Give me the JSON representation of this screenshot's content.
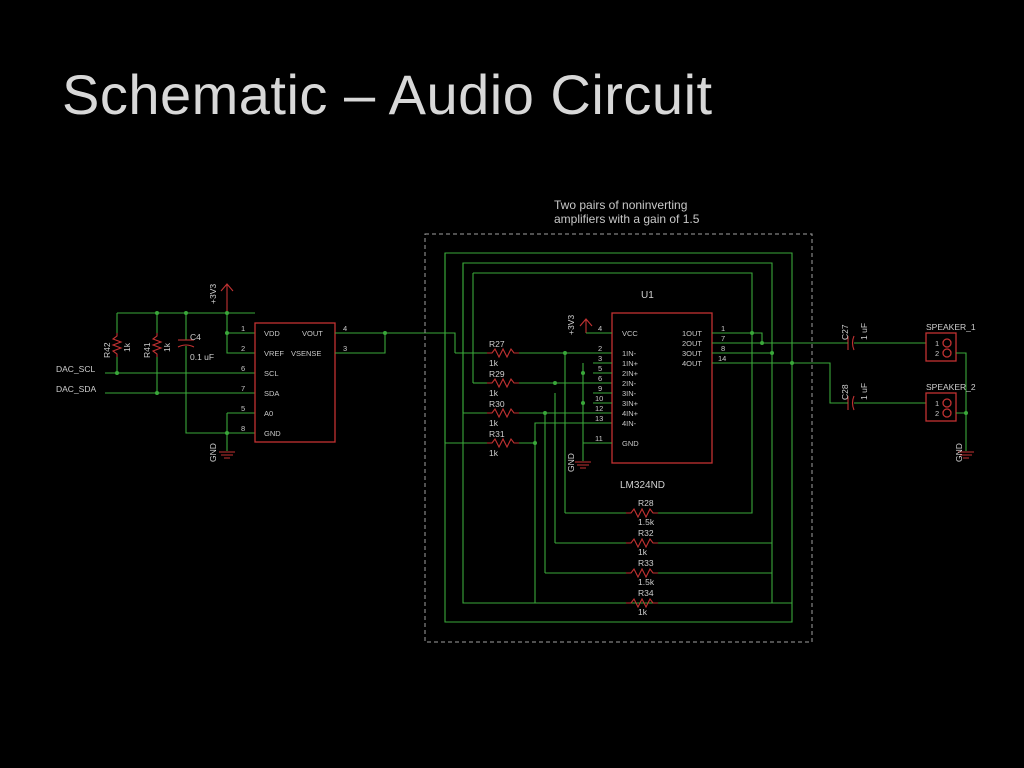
{
  "slide": {
    "title": "Schematic – Audio Circuit"
  },
  "annotation": {
    "line1": "Two pairs of noninverting",
    "line2": "amplifiers with a gain of 1.5"
  },
  "nets": {
    "dac_scl": "DAC_SCL",
    "dac_sda": "DAC_SDA"
  },
  "power": {
    "supply": "+3V3",
    "ground": "GND"
  },
  "dac": {
    "pins_left": [
      {
        "num": "1",
        "name": "VDD"
      },
      {
        "num": "2",
        "name": "VREF"
      },
      {
        "num": "6",
        "name": "SCL"
      },
      {
        "num": "7",
        "name": "SDA"
      },
      {
        "num": "5",
        "name": "A0"
      },
      {
        "num": "8",
        "name": "GND"
      }
    ],
    "pins_right": [
      {
        "num": "4",
        "name": "VOUT"
      },
      {
        "num": "3",
        "name": "VSENSE"
      }
    ]
  },
  "opamp": {
    "ref": "U1",
    "part": "LM324ND",
    "vcc": {
      "num": "4",
      "name": "VCC"
    },
    "gnd": {
      "num": "11",
      "name": "GND"
    },
    "inputs": [
      {
        "num": "2",
        "name": "1IN-"
      },
      {
        "num": "3",
        "name": "1IN+"
      },
      {
        "num": "5",
        "name": "2IN+"
      },
      {
        "num": "6",
        "name": "2IN-"
      },
      {
        "num": "9",
        "name": "3IN-"
      },
      {
        "num": "10",
        "name": "3IN+"
      },
      {
        "num": "12",
        "name": "4IN+"
      },
      {
        "num": "13",
        "name": "4IN-"
      }
    ],
    "outputs": [
      {
        "num": "1",
        "name": "1OUT"
      },
      {
        "num": "7",
        "name": "2OUT"
      },
      {
        "num": "8",
        "name": "3OUT"
      },
      {
        "num": "14",
        "name": "4OUT"
      }
    ]
  },
  "resistors": {
    "r42": {
      "ref": "R42",
      "value": "1k"
    },
    "r41": {
      "ref": "R41",
      "value": "1k"
    },
    "r27": {
      "ref": "R27",
      "value": "1k"
    },
    "r29": {
      "ref": "R29",
      "value": "1k"
    },
    "r30": {
      "ref": "R30",
      "value": "1k"
    },
    "r31": {
      "ref": "R31",
      "value": "1k"
    },
    "r28": {
      "ref": "R28",
      "value": "1.5k"
    },
    "r32": {
      "ref": "R32",
      "value": "1k"
    },
    "r33": {
      "ref": "R33",
      "value": "1.5k"
    },
    "r34": {
      "ref": "R34",
      "value": "1k"
    }
  },
  "capacitors": {
    "c4": {
      "ref": "C4",
      "value": "0.1 uF"
    },
    "c27": {
      "ref": "C27",
      "value": "1 uF"
    },
    "c28": {
      "ref": "C28",
      "value": "1 uF"
    }
  },
  "speakers": {
    "spk1": {
      "ref": "SPEAKER_1",
      "pin1": "1",
      "pin2": "2"
    },
    "spk2": {
      "ref": "SPEAKER_2",
      "pin1": "1",
      "pin2": "2"
    }
  },
  "colors": {
    "wire": "#3aa83a",
    "component": "#c23232",
    "text": "#cfcfcf",
    "background": "#000000"
  }
}
